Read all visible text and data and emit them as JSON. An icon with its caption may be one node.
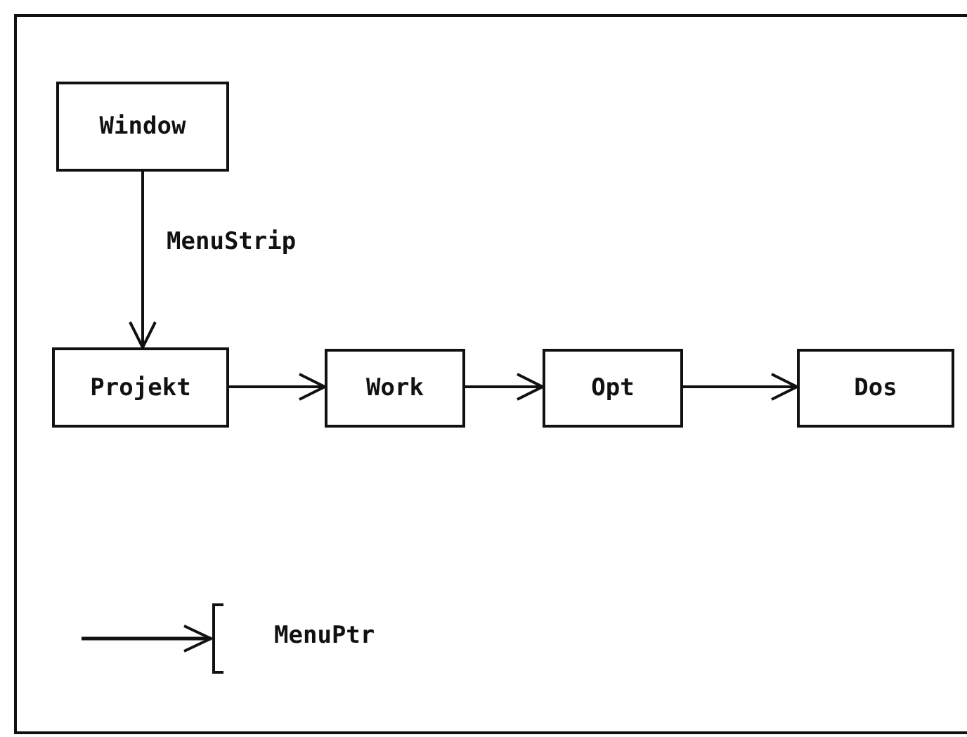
{
  "diagram": {
    "nodes": [
      {
        "text": [
          "Window"
        ]
      },
      {
        "text": [
          "Projekt"
        ]
      },
      {
        "text": [
          "Work"
        ]
      },
      {
        "text": [
          "Opt"
        ]
      },
      {
        "text": [
          "Dos"
        ]
      }
    ],
    "edges": [
      {
        "from": 0,
        "to": 1,
        "arrow": "to",
        "label": "MenuStrip"
      },
      {
        "from": 1,
        "to": 2,
        "arrow": "to"
      },
      {
        "from": 2,
        "to": 3,
        "arrow": "to"
      },
      {
        "from": 3,
        "to": 4,
        "arrow": "to"
      }
    ],
    "legend": [
      {
        "text": "MenuPtr"
      }
    ]
  }
}
